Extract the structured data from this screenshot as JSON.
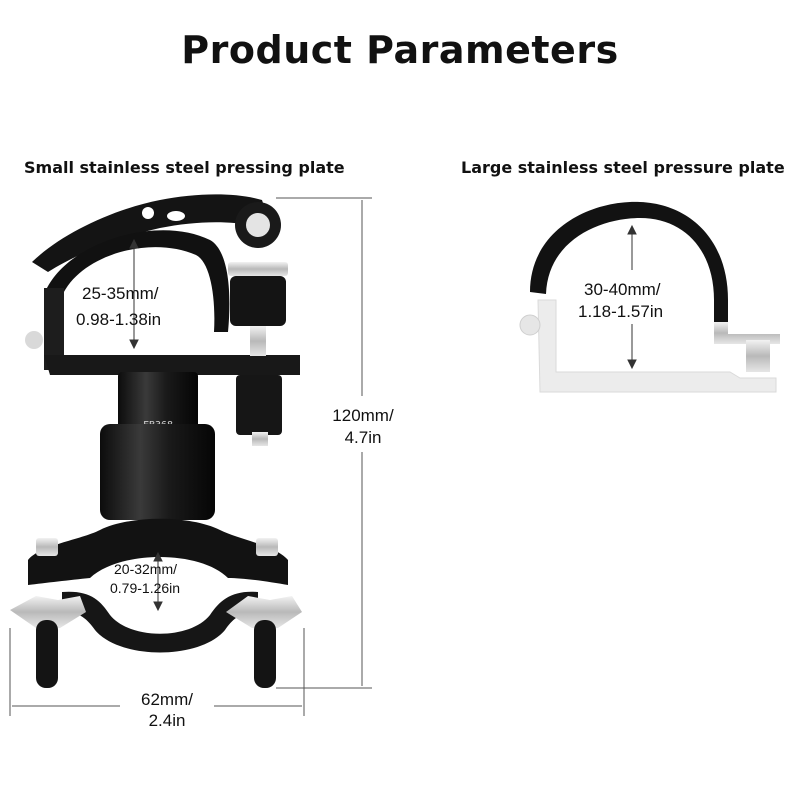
{
  "title": "Product Parameters",
  "left_label": "Small stainless steel pressing plate",
  "right_label": "Large stainless steel pressure plate",
  "model_mark": "FB368",
  "dimensions": {
    "clamp_top_mm": "25-35mm/",
    "clamp_top_in": "0.98-1.38in",
    "clamp_bottom_mm": "20-32mm/",
    "clamp_bottom_in": "0.79-1.26in",
    "height_mm": "120mm/",
    "height_in": "4.7in",
    "width_mm": "62mm/",
    "width_in": "2.4in",
    "large_plate_mm": "30-40mm/",
    "large_plate_in": "1.18-1.57in"
  },
  "colors": {
    "metal_dark": "#151515",
    "metal_mid": "#2e2e2e",
    "steel": "#c8c8c8",
    "line": "#333333"
  }
}
